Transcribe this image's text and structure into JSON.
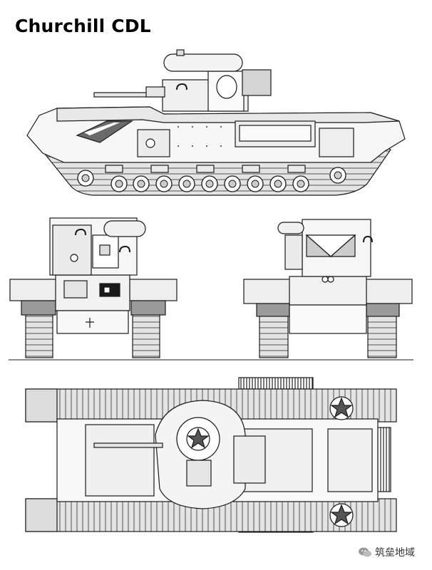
{
  "title": "Churchill CDL",
  "views": {
    "side": "side-view",
    "front": "front-view",
    "rear": "rear-view",
    "top": "top-view"
  },
  "watermark": {
    "text": "筑垒地域",
    "icon": "wechat-icon"
  },
  "colors": {
    "line": "#1a1a1a",
    "hull": "#f4f4f4",
    "shade": "#b8b8b8",
    "dark": "#7a7a7a",
    "track": "#d8d8d8"
  }
}
